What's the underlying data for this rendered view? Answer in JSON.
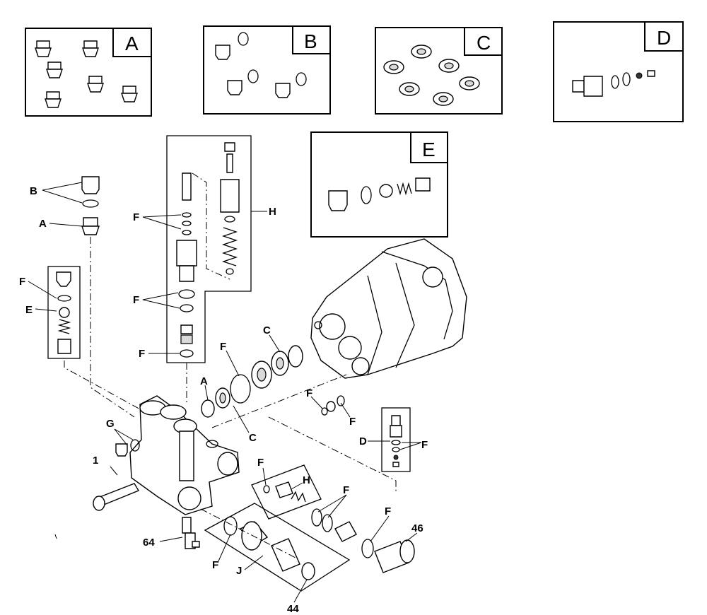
{
  "kit_boxes": {
    "A": "A",
    "B": "B",
    "C": "C",
    "D": "D",
    "E": "E"
  },
  "callouts": {
    "b": "B",
    "a_upper": "A",
    "f_cap": "F",
    "e_left": "E",
    "f_h1": "F",
    "h_top": "H",
    "f_h2": "F",
    "f_h3": "F",
    "c_upper": "C",
    "f_seal": "F",
    "a_mid": "A",
    "c_lower": "C",
    "f_small1": "F",
    "f_small2": "F",
    "d_right": "D",
    "f_d": "F",
    "g": "G",
    "n1": "1",
    "f_h4": "F",
    "h_lower": "H",
    "f_ring": "F",
    "f_ring2": "F",
    "n46": "46",
    "n64": "64",
    "f_j": "F",
    "j": "J",
    "n44": "44"
  }
}
